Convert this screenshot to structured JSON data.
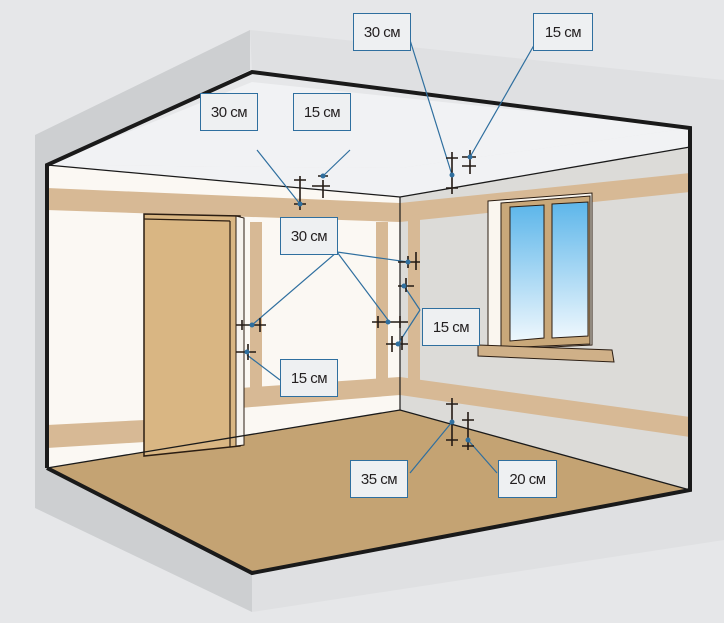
{
  "diagram": {
    "description": "Room cross-section showing recommended wiring route offsets",
    "colors": {
      "background": "#e6e7e9",
      "outer_shell": "#cdcfd1",
      "ceiling": "#f1f2f4",
      "left_wall": "#fbf8f3",
      "right_wall": "#dcdbd8",
      "wiring_zone": "#d7b995",
      "floor": "#c4a373",
      "door": "#d9b683",
      "window_glass": "#7cc4ec",
      "leader_line": "#2f6f9f",
      "outline": "#1a1a1a"
    },
    "labels": [
      {
        "id": "ceiling-left-vertical",
        "text": "30 см"
      },
      {
        "id": "ceiling-left-horizontal",
        "text": "15 см"
      },
      {
        "id": "ceiling-right-vertical",
        "text": "30 см"
      },
      {
        "id": "ceiling-right-horizontal",
        "text": "15 см"
      },
      {
        "id": "corner-door-30",
        "text": "30 см"
      },
      {
        "id": "door-15",
        "text": "15 см"
      },
      {
        "id": "corner-15",
        "text": "15 см"
      },
      {
        "id": "floor-35",
        "text": "35 см"
      },
      {
        "id": "floor-20",
        "text": "20 см"
      }
    ]
  }
}
